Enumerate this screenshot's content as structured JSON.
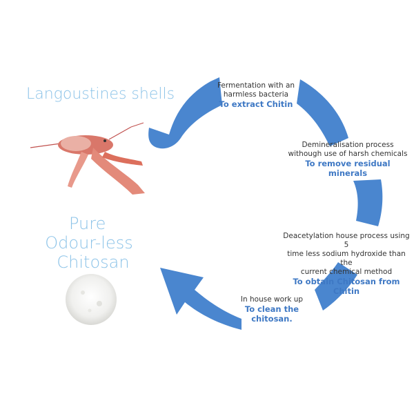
{
  "colors": {
    "arrow": "#4A86CF",
    "title_text": "#8CC3E8",
    "goal_text": "#3E78C4"
  },
  "illustrations": {
    "shell": "langoustine-photo",
    "powder": "chitosan-powder-photo"
  },
  "titles": {
    "source": "Langoustines shells",
    "product_line1": "Pure",
    "product_line2": "Odour-less",
    "product_line3": "Chitosan"
  },
  "steps": [
    {
      "desc1": "Fermentation with an",
      "desc2": "harmless bacteria",
      "goal1": "To extract Chitin"
    },
    {
      "desc1": "Demineralisation process",
      "desc2": "withough use of harsh chemicals",
      "goal1": "To remove residual",
      "goal2": "minerals"
    },
    {
      "desc1": "Deacetylation house process using 5",
      "desc2": "time less sodium hydroxide than the",
      "desc3": "current chemical method",
      "goal1": "To obtain Chitosan from Chitin"
    },
    {
      "desc1": "In house work up",
      "goal1": "To clean the",
      "goal2": "chitosan."
    }
  ]
}
